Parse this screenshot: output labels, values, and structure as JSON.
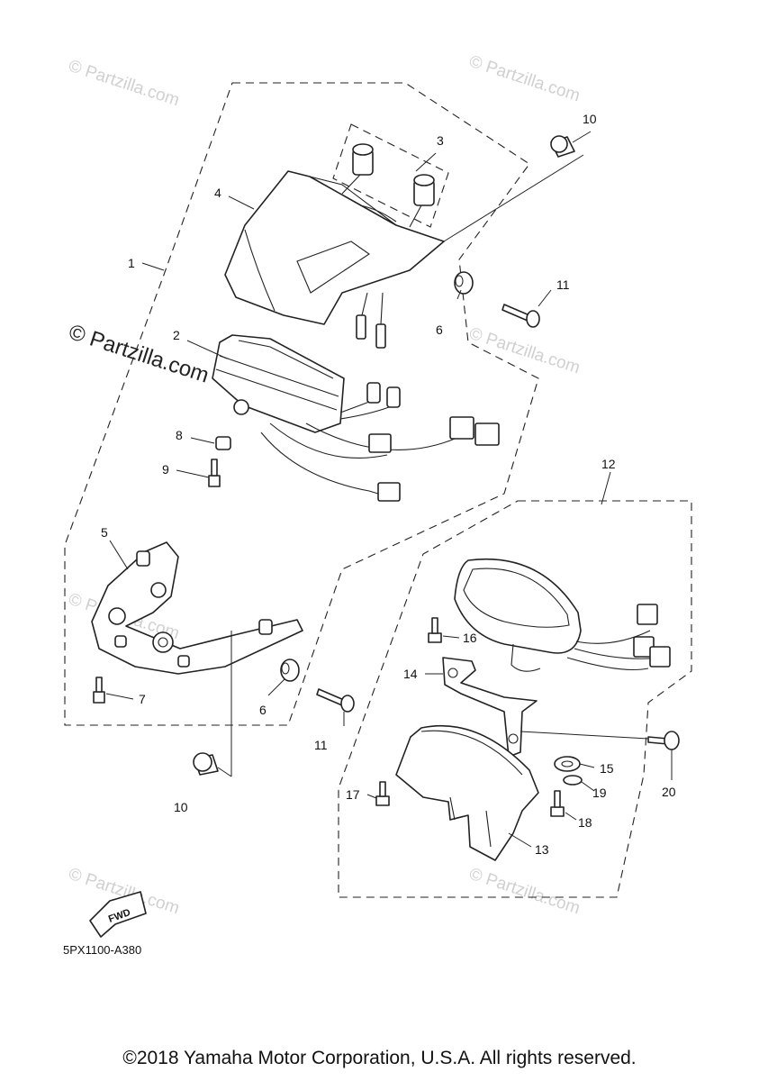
{
  "callouts": {
    "c1": "1",
    "c2": "2",
    "c3": "3",
    "c4": "4",
    "c5": "5",
    "c6a": "6",
    "c6b": "6",
    "c7": "7",
    "c8": "8",
    "c9": "9",
    "c10a": "10",
    "c10b": "10",
    "c11a": "11",
    "c11b": "11",
    "c12": "12",
    "c13": "13",
    "c14": "14",
    "c15": "15",
    "c16": "16",
    "c17": "17",
    "c18": "18",
    "c19": "19",
    "c20": "20"
  },
  "watermark": {
    "small": "© Partzilla.com",
    "large": "© Partzilla.com"
  },
  "fwd_label": "FWD",
  "diagram_code": "5PX1100-A380",
  "copyright": "©2018 Yamaha Motor Corporation, U.S.A. All rights reserved."
}
